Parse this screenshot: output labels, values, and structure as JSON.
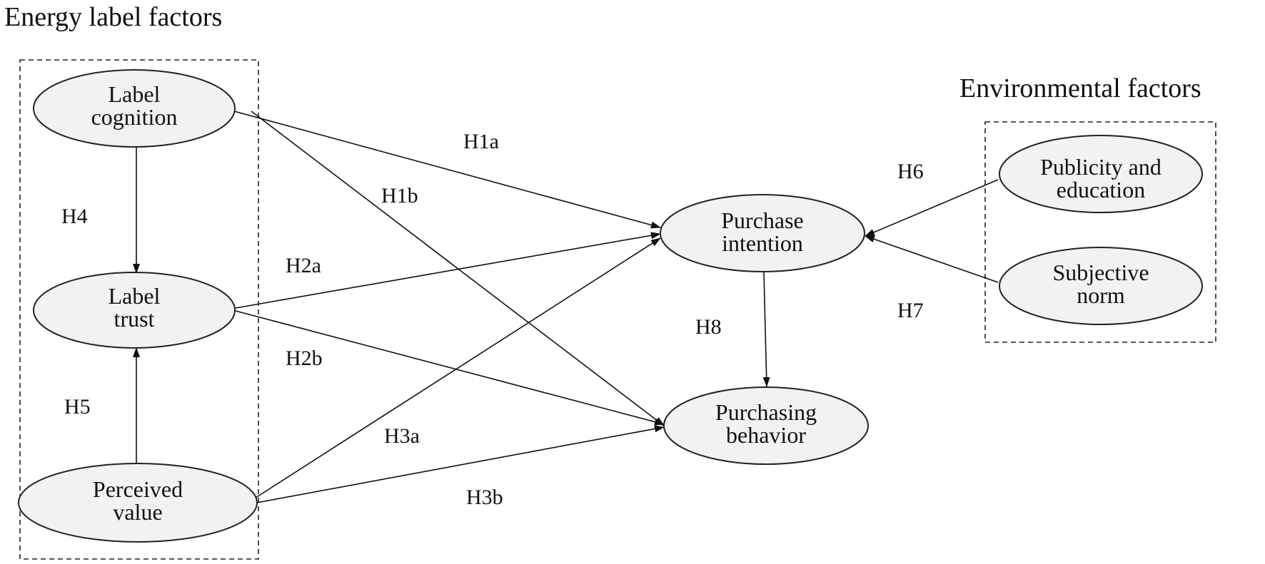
{
  "groups": [
    {
      "id": "energy",
      "title": "Energy label factors"
    },
    {
      "id": "environment",
      "title": "Environmental factors"
    }
  ],
  "nodes": [
    {
      "id": "label_cognition",
      "lines": [
        "Label",
        "cognition"
      ]
    },
    {
      "id": "label_trust",
      "lines": [
        "Label",
        "trust"
      ]
    },
    {
      "id": "perceived_value",
      "lines": [
        "Perceived",
        "value"
      ]
    },
    {
      "id": "purchase_intention",
      "lines": [
        "Purchase",
        "intention"
      ]
    },
    {
      "id": "purchasing_behavior",
      "lines": [
        "Purchasing",
        "behavior"
      ]
    },
    {
      "id": "publicity_education",
      "lines": [
        "Publicity and",
        "education"
      ]
    },
    {
      "id": "subjective_norm",
      "lines": [
        "Subjective",
        "norm"
      ]
    }
  ],
  "edges": [
    {
      "id": "H1a",
      "label": "H1a",
      "from": "label_cognition",
      "to": "purchase_intention"
    },
    {
      "id": "H1b",
      "label": "H1b",
      "from": "label_cognition",
      "to": "purchasing_behavior"
    },
    {
      "id": "H2a",
      "label": "H2a",
      "from": "label_trust",
      "to": "purchase_intention"
    },
    {
      "id": "H2b",
      "label": "H2b",
      "from": "label_trust",
      "to": "purchasing_behavior"
    },
    {
      "id": "H3a",
      "label": "H3a",
      "from": "perceived_value",
      "to": "purchase_intention"
    },
    {
      "id": "H3b",
      "label": "H3b",
      "from": "perceived_value",
      "to": "purchasing_behavior"
    },
    {
      "id": "H4",
      "label": "H4",
      "from": "label_cognition",
      "to": "label_trust"
    },
    {
      "id": "H5",
      "label": "H5",
      "from": "perceived_value",
      "to": "label_trust"
    },
    {
      "id": "H6",
      "label": "H6",
      "from": "publicity_education",
      "to": "purchase_intention"
    },
    {
      "id": "H7",
      "label": "H7",
      "from": "subjective_norm",
      "to": "purchase_intention"
    },
    {
      "id": "H8",
      "label": "H8",
      "from": "purchase_intention",
      "to": "purchasing_behavior"
    }
  ]
}
